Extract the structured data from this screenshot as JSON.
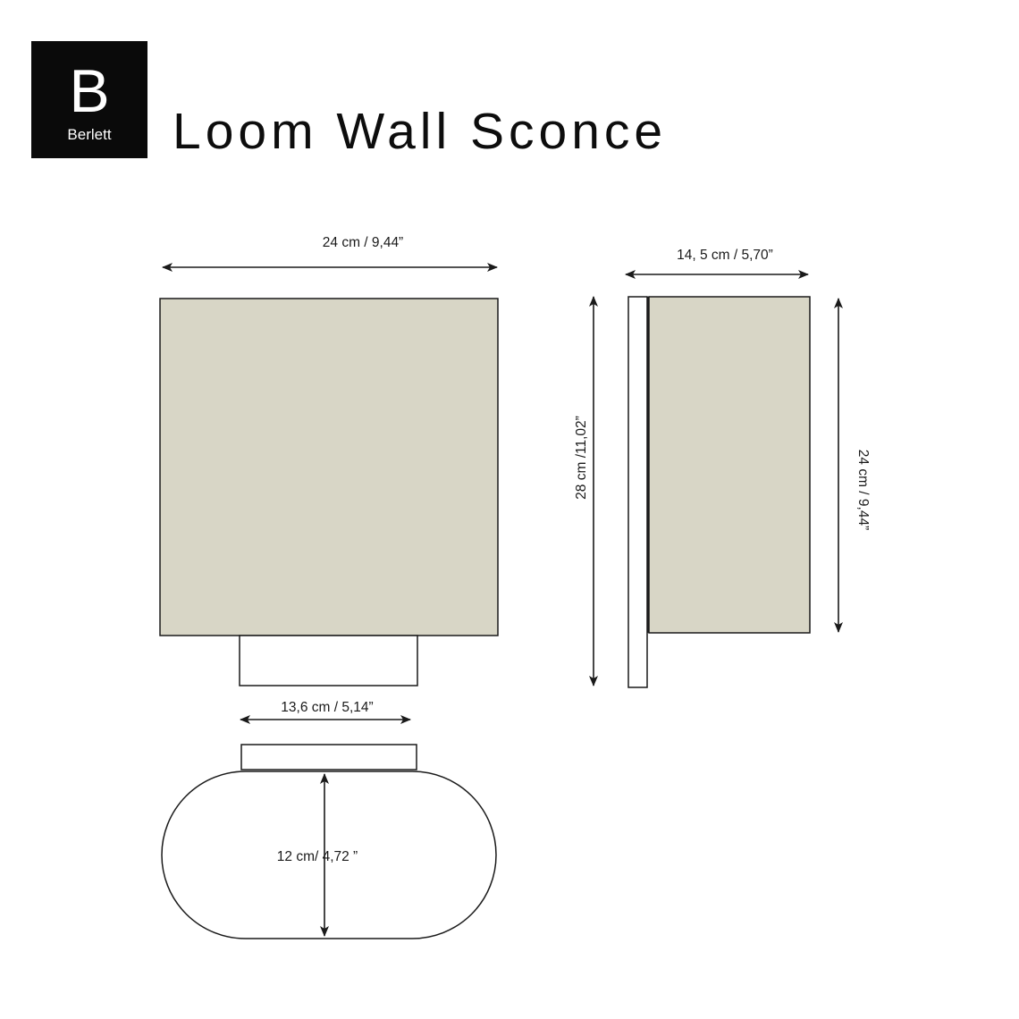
{
  "brand": {
    "letter": "B",
    "name": "Berlett"
  },
  "title": "Loom Wall Sconce",
  "colors": {
    "shade": "#d8d6c6",
    "line": "#1a1a1a",
    "logo_bg": "#0a0a0a"
  },
  "dimensions": {
    "front_width": "24 cm / 9,44”",
    "side_depth": "14, 5 cm / 5,70”",
    "side_total_height": "28 cm /11,02”",
    "side_shade_height": "24 cm / 9,44”",
    "base_width": "13,6 cm / 5,14”",
    "top_depth": "12 cm/ 4,72 ”"
  }
}
